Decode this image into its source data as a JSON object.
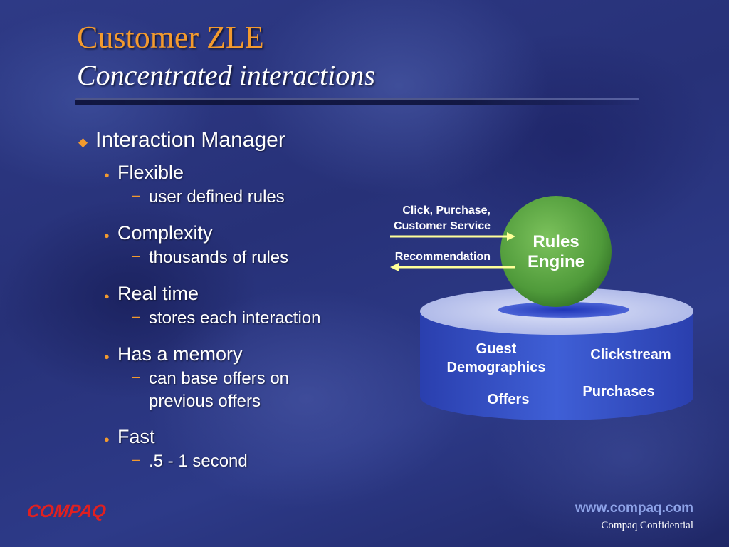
{
  "title": "Customer ZLE",
  "subtitle": "Concentrated interactions",
  "outline": {
    "main": "Interaction Manager",
    "items": [
      {
        "label": "Flexible",
        "subs": [
          "user defined rules"
        ]
      },
      {
        "label": "Complexity",
        "subs": [
          "thousands of rules"
        ]
      },
      {
        "label": "Real time",
        "subs": [
          "stores each interaction"
        ]
      },
      {
        "label": "Has a memory",
        "subs": [
          "can base offers on",
          "previous offers"
        ]
      },
      {
        "label": "Fast",
        "subs": [
          ".5 - 1 second"
        ]
      }
    ]
  },
  "diagram": {
    "input_label_line1": "Click, Purchase,",
    "input_label_line2": "Customer Service",
    "output_label": "Recommendation",
    "engine_line1": "Rules",
    "engine_line2": "Engine",
    "store_guest_line1": "Guest",
    "store_guest_line2": "Demographics",
    "store_clickstream": "Clickstream",
    "store_purchases": "Purchases",
    "store_offers": "Offers",
    "colors": {
      "engine": "#4f9a3a",
      "cylinder": "#3a56cc",
      "cylinder_top": "#b9c2ee",
      "arrow": "#ffff99"
    }
  },
  "footer": {
    "logo": "COMPAQ",
    "url": "www.compaq.com",
    "confidential": "Compaq Confidential"
  },
  "colors": {
    "accent": "#f39a2e",
    "logo": "#e02020"
  }
}
